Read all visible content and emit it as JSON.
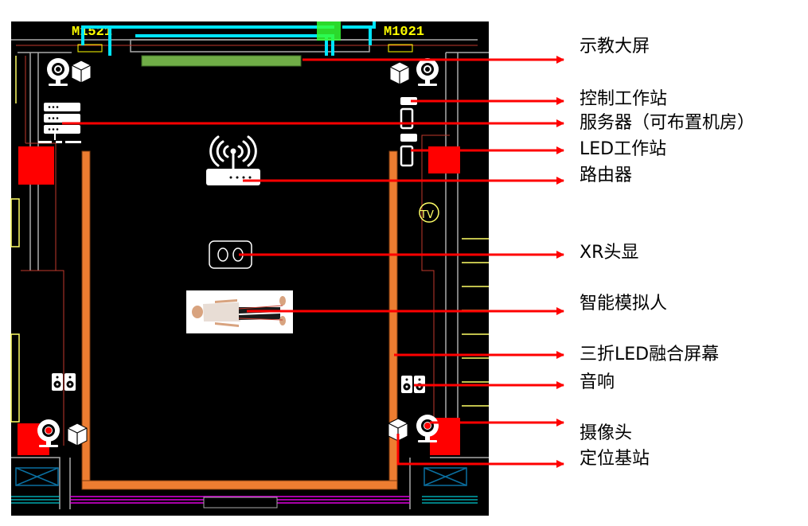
{
  "plan": {
    "door_left": "M1521",
    "door_right": "M1021",
    "tv_mark": "TV"
  },
  "labels": [
    {
      "id": "teaching-screen",
      "text": "示教大屏"
    },
    {
      "id": "control-workstation",
      "text": "控制工作站"
    },
    {
      "id": "server",
      "text": "服务器（可布置机房）"
    },
    {
      "id": "led-workstation",
      "text": "LED工作站"
    },
    {
      "id": "router",
      "text": "路由器"
    },
    {
      "id": "xr-headset",
      "text": "XR头显"
    },
    {
      "id": "smart-manikin",
      "text": "智能模拟人"
    },
    {
      "id": "led-fusion-screen",
      "text": "三折LED融合屏幕"
    },
    {
      "id": "speaker",
      "text": "音响"
    },
    {
      "id": "camera",
      "text": "摄像头"
    },
    {
      "id": "positioning-base-station",
      "text": "定位基站"
    }
  ],
  "colors": {
    "arrow": "#ff0000",
    "led_screen": "#ed7d31",
    "teaching_screen": "#70ad47",
    "background": "#000000"
  }
}
